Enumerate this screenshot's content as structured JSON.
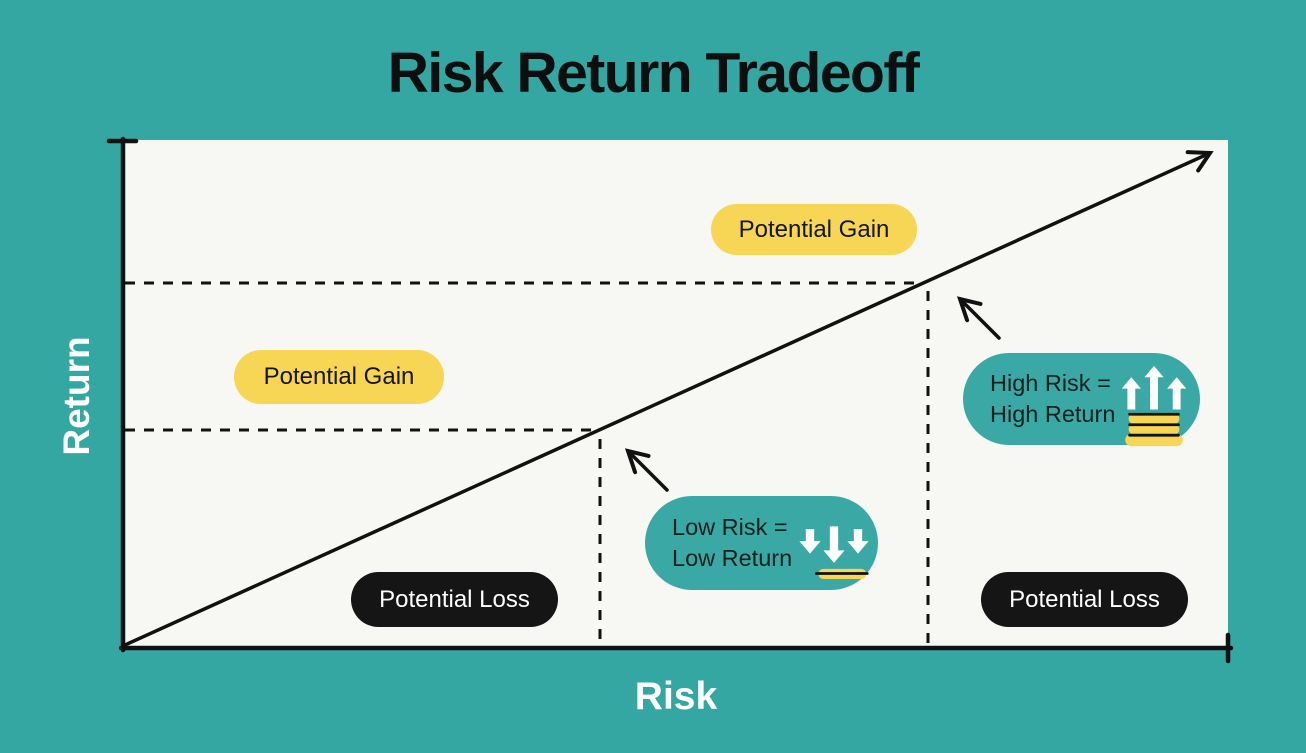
{
  "title": "Risk Return Tradeoff",
  "axes": {
    "y_label": "Return",
    "x_label": "Risk"
  },
  "annotations": {
    "gain_upper": "Potential Gain",
    "gain_lower": "Potential Gain",
    "loss_lower_left": "Potential Loss",
    "loss_lower_right": "Potential Loss",
    "low_risk": {
      "line1": "Low Risk =",
      "line2": "Low Return",
      "icon": "triple-down-arrows-with-highlight"
    },
    "high_risk": {
      "line1": "High Risk =",
      "line2": "High Return",
      "icon": "triple-up-arrows-with-coin-stack"
    }
  },
  "diagram": {
    "trend_line": "diagonal line from origin (low risk, low return) to upper right (high risk, high return) with arrowhead",
    "dashed_guides": "two horizontal and two vertical dashed reference lines marking the low-risk and high-risk points on the trend line"
  },
  "colors": {
    "background_teal": "#35A7A3",
    "plot_background": "#F7F7F4",
    "pill_yellow": "#F6D654",
    "pill_black": "#151515",
    "pill_teal": "#3AA8A4",
    "line_black": "#111111",
    "label_white": "#FFFFFF"
  }
}
